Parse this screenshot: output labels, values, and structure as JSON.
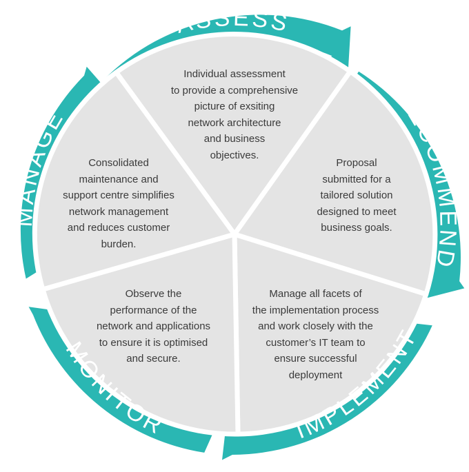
{
  "colors": {
    "ring": "#2ab7b3",
    "segment_fill": "#e4e4e4",
    "segment_gap": "#ffffff",
    "text": "#3a3a3a"
  },
  "stages": [
    {
      "name": "ASSESS",
      "text_lines": [
        "Individual assessment",
        "to provide a comprehensive",
        "picture of exsiting",
        "network architecture",
        "and business",
        "objectives."
      ]
    },
    {
      "name": "RECOMMEND",
      "text_lines": [
        "Proposal",
        "submitted for a",
        "tailored solution",
        "designed to meet",
        "business goals."
      ]
    },
    {
      "name": "IMPLEMENT",
      "text_lines": [
        "Manage all facets of",
        "the implementation process",
        "and work closely with the",
        "customer’s IT team to",
        "ensure successful",
        "deployment"
      ]
    },
    {
      "name": "MONITOR",
      "text_lines": [
        "Observe the",
        "performance of the",
        "network and applications",
        "to ensure it is optimised",
        "and secure."
      ]
    },
    {
      "name": "MANAGE",
      "text_lines": [
        "Consolidated",
        "maintenance and",
        "support centre simplifies",
        "network management",
        "and reduces customer",
        "burden."
      ]
    }
  ]
}
